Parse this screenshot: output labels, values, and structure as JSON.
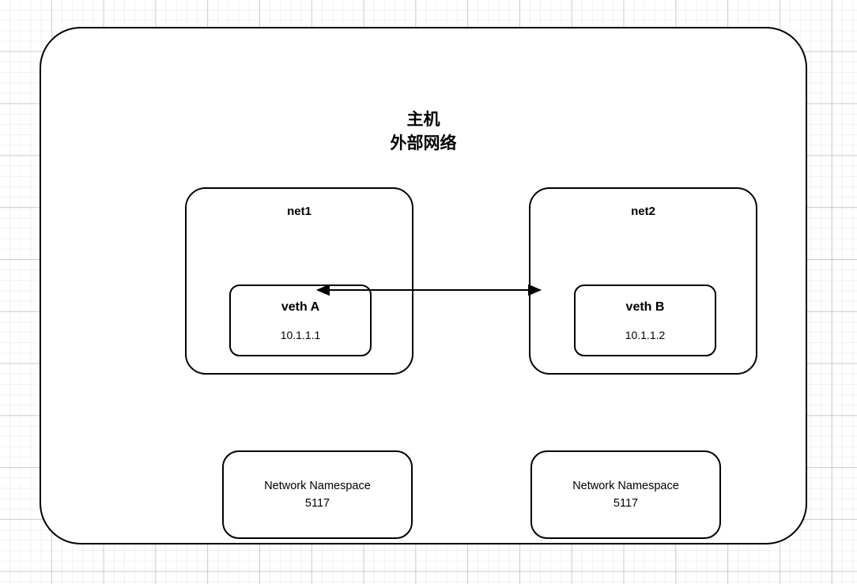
{
  "diagram": {
    "type": "network-topology",
    "title": "主机\n外部网络",
    "host": {
      "label": "主机",
      "sublabel": "外部网络"
    },
    "namespaces": [
      {
        "net_label": "net1",
        "veth": {
          "name": "veth A",
          "ip": "10.1.1.1"
        },
        "ns_box": "Network Namespace\n5117",
        "ns_type": "Network Namespace",
        "ns_id": "5117"
      },
      {
        "net_label": "net2",
        "veth": {
          "name": "veth B",
          "ip": "10.1.1.2"
        },
        "ns_box": "Network Namespace\n5117",
        "ns_type": "Network Namespace",
        "ns_id": "5117"
      }
    ],
    "connection": {
      "name": "veth-pair-link",
      "from": "veth A",
      "to": "veth B",
      "arrow": "double-headed"
    },
    "colors": {
      "stroke": "#000000",
      "fill": "#ffffff",
      "grid_minor": "rgba(0,0,0,0.055)",
      "grid_major": "rgba(0,0,0,0.16)"
    }
  }
}
